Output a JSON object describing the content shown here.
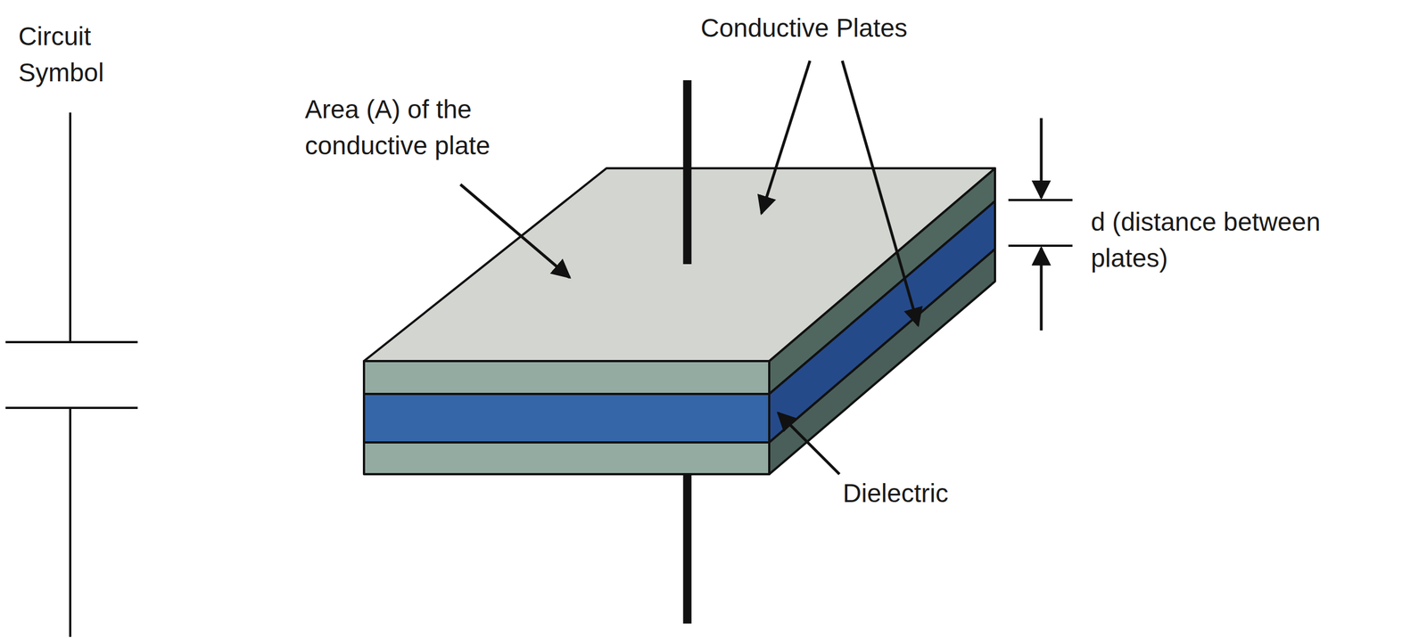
{
  "diagram": {
    "labels": [
      "Circuit Symbol",
      "Conductive Plates",
      "Area (A) of the conductive plate",
      "d (distance between plates)",
      "Dielectric"
    ]
  }
}
